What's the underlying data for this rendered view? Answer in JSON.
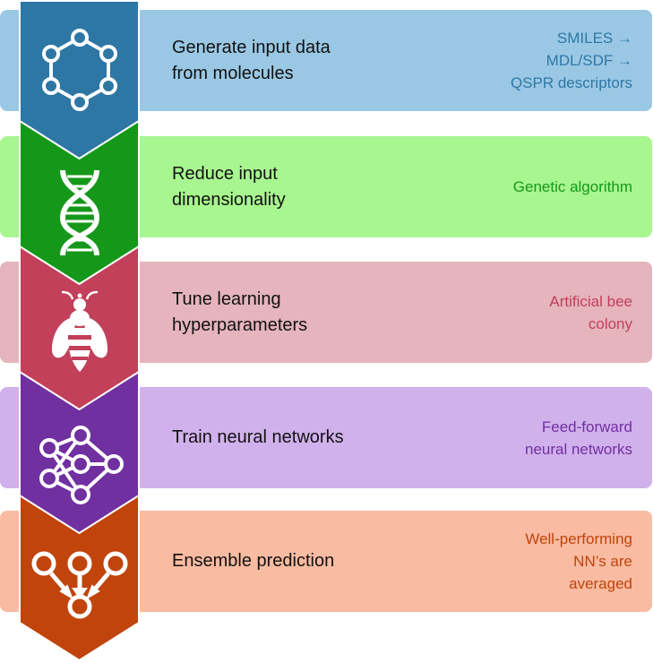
{
  "steps": [
    {
      "title_lines": [
        "Generate input data",
        "from molecules"
      ],
      "method_lines": [
        "SMILES →",
        "MDL/SDF →",
        "QSPR descriptors"
      ],
      "icon": "hexagon-molecule-icon",
      "band_color": "#9ac8e4",
      "chevron_color": "#2e77a5",
      "text_color": "#2e77a5"
    },
    {
      "title_lines": [
        "Reduce input",
        "dimensionality"
      ],
      "method_lines": [
        "Genetic algorithm"
      ],
      "icon": "dna-icon",
      "band_color": "#a8f68f",
      "chevron_color": "#15981a",
      "text_color": "#15981a"
    },
    {
      "title_lines": [
        "Tune learning",
        "hyperparameters"
      ],
      "method_lines": [
        "Artificial bee",
        "colony"
      ],
      "icon": "bee-icon",
      "band_color": "#e5b4bd",
      "chevron_color": "#c2405a",
      "text_color": "#c2405a"
    },
    {
      "title_lines": [
        "Train neural networks"
      ],
      "method_lines": [
        "Feed-forward",
        "neural networks"
      ],
      "icon": "neural-network-icon",
      "band_color": "#d1b1ec",
      "chevron_color": "#7030a0",
      "text_color": "#7030a0"
    },
    {
      "title_lines": [
        "Ensemble prediction"
      ],
      "method_lines": [
        "Well-performing",
        "NN’s are",
        "averaged"
      ],
      "icon": "ensemble-merge-icon",
      "band_color": "#f9bba1",
      "chevron_color": "#c0440c",
      "text_color": "#c0440c"
    }
  ]
}
